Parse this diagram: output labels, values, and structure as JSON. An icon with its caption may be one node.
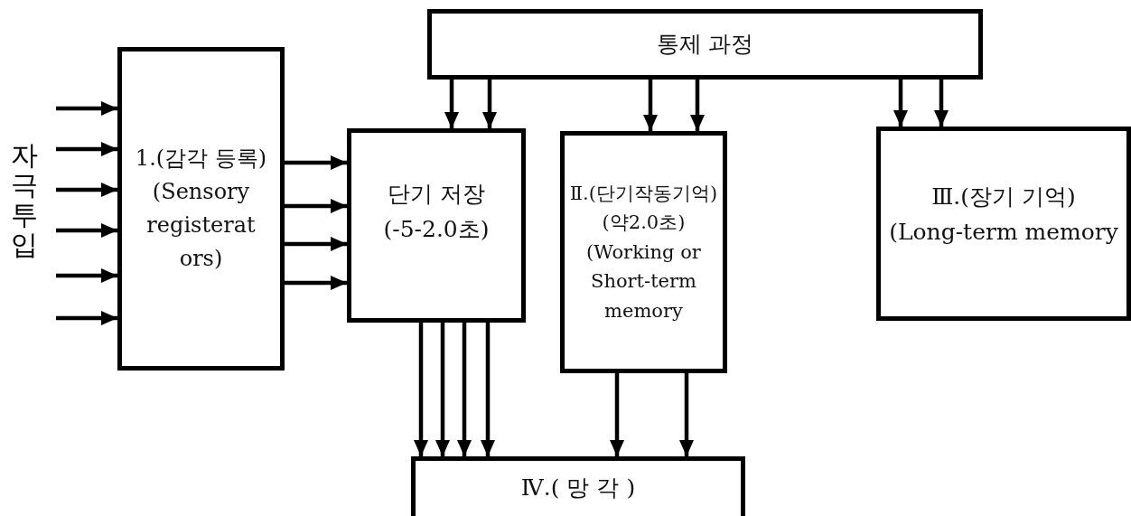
{
  "diagram": {
    "nodes": [
      {
        "text": [
          "통제 과정"
        ]
      },
      {
        "text": [
          "1.(감각 등록)",
          "(Sensory registerat ors)"
        ]
      },
      {
        "text": [
          "단기 저장",
          "(-5-2.0초)"
        ]
      },
      {
        "text": [
          "Ⅱ.(단기작동기억)",
          "(약2.0초)",
          "(Working or Short-term memory"
        ]
      },
      {
        "text": [
          "Ⅲ.(장기 기억)",
          "(Long-term memory"
        ]
      },
      {
        "text": [
          "Ⅳ.( 망 각 )"
        ]
      }
    ],
    "edges": [
      {
        "from": null,
        "to": 1,
        "arrow": "to"
      },
      {
        "from": null,
        "to": 1,
        "arrow": "to"
      },
      {
        "from": null,
        "to": 1,
        "arrow": "to"
      },
      {
        "from": null,
        "to": 1,
        "arrow": "to"
      },
      {
        "from": null,
        "to": 1,
        "arrow": "to"
      },
      {
        "from": null,
        "to": 1,
        "arrow": "to"
      },
      {
        "from": 1,
        "to": 2,
        "arrow": "to"
      },
      {
        "from": 1,
        "to": 2,
        "arrow": "to"
      },
      {
        "from": 1,
        "to": 2,
        "arrow": "to"
      },
      {
        "from": 1,
        "to": 2,
        "arrow": "to"
      },
      {
        "from": 0,
        "to": 2,
        "arrow": "to"
      },
      {
        "from": 0,
        "to": 2,
        "arrow": "to"
      },
      {
        "from": 0,
        "to": 3,
        "arrow": "to"
      },
      {
        "from": 0,
        "to": 3,
        "arrow": "to"
      },
      {
        "from": 0,
        "to": 4,
        "arrow": "to"
      },
      {
        "from": 0,
        "to": 4,
        "arrow": "to"
      },
      {
        "from": 2,
        "to": 5,
        "arrow": "to"
      },
      {
        "from": 2,
        "to": 5,
        "arrow": "to"
      },
      {
        "from": 2,
        "to": 5,
        "arrow": "to"
      },
      {
        "from": 2,
        "to": 5,
        "arrow": "to"
      },
      {
        "from": 3,
        "to": 5,
        "arrow": "to"
      },
      {
        "from": 3,
        "to": 5,
        "arrow": "to"
      }
    ],
    "labels": [
      "자극투입"
    ]
  }
}
